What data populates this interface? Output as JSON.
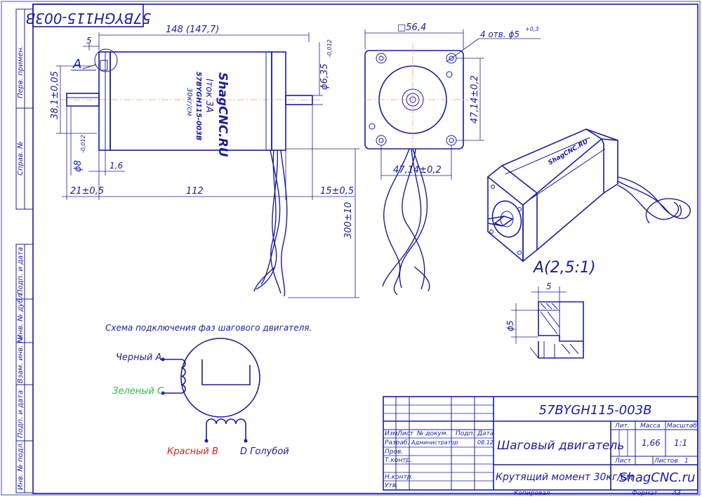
{
  "drawing": {
    "code": "57BYGH115-003B",
    "title": "Шаговый двигатель",
    "subtitle": "Крутящий момент 30кг/см",
    "site": "ShagCNC.ru",
    "mass": "1,66",
    "scale": "1:1",
    "sheets": "1",
    "copied": "Копировал",
    "format_label": "Формат",
    "format": "А3"
  },
  "side_strip": [
    "Перв. примен.",
    "Справ. №",
    "Подп. и дата",
    "Инв. № дубл.",
    "Взам. инв. №",
    "Подп. и дата",
    "Инв. № подл."
  ],
  "dims": {
    "length": "148  (147,7)",
    "d_5_top": "5",
    "view_a": "A",
    "h_38": "38,1±0,05",
    "d_635": "ϕ6,35",
    "d_635_tol": "-0,012",
    "d_8": "ϕ8",
    "d_8_tol": "-0,012",
    "d_16": "1,6",
    "d_21": "21±0,5",
    "d_112": "112",
    "d_15": "15±0,5",
    "d_300": "300±10",
    "flange": "□56,4",
    "holes": "4 отв. ϕ5",
    "holes_tol": "+0,3",
    "hole_pitch_v": "47,14±0,2",
    "hole_pitch_h": "47,14±0,2",
    "detail_title": "A(2,5:1)",
    "detail_5": "5",
    "detail_d5": "ϕ5"
  },
  "label": {
    "brand": "ShagCNC.RU",
    "current": "Iток 3А",
    "model": "57BYGH115-003B",
    "torque": "30кг/см"
  },
  "schema": {
    "title": "Схема подключения фаз шагового двигателя.",
    "black": "Черный A",
    "green": "Зеленый C",
    "red": "Красный B",
    "blue": "D Голубой",
    "black_color": "#1c1c9a",
    "green_color": "#2fb84a",
    "red_color": "#d81e1e",
    "blue_color": "#1c1c9a"
  },
  "title_block": {
    "headers": [
      "Изм.",
      "Лист",
      "№ докум.",
      "Подп.",
      "Дата"
    ],
    "rows": [
      "Разраб.",
      "Пров.",
      "Т.контр.",
      "",
      "Н.контр.",
      "Утв."
    ],
    "author": "Администратор",
    "date": "08.12",
    "lit_label": "Лит.",
    "mass_label": "Масса",
    "scale_label": "Масштаб",
    "sheet_label": "Лист",
    "sheets_label": "Листов"
  }
}
